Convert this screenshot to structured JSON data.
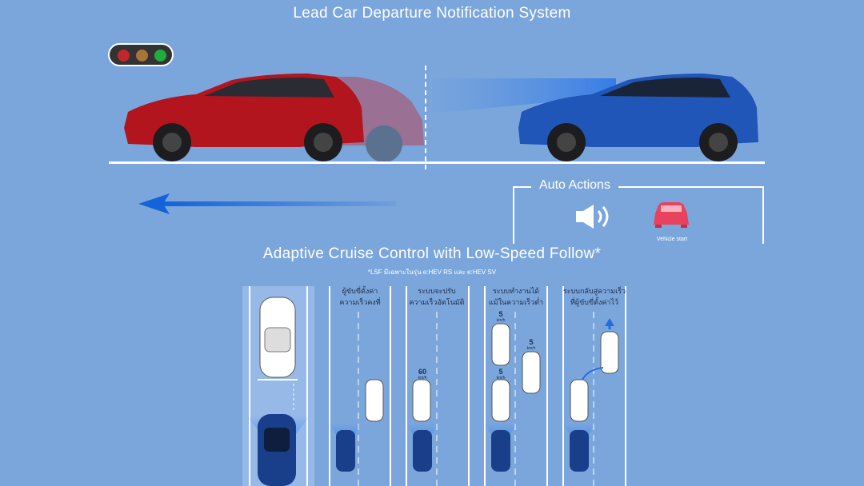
{
  "header": {
    "title": "Lead Car Departure Notification System"
  },
  "auto_actions": {
    "label": "Auto Actions",
    "vehicle_start": "Vehicle start"
  },
  "acc": {
    "title": "Adaptive Cruise Control with Low-Speed Follow*",
    "note": "*LSF มีเฉพาะในรุ่น e:HEV RS และ e:HEV SV",
    "panels": [
      {
        "line1": "ผู้ขับขี่ตั้งค่า",
        "line2": "ความเร็วคงที่"
      },
      {
        "line1": "ระบบจะปรับ",
        "line2": "ความเร็วอัตโนมัติ"
      },
      {
        "line1": "ระบบทำงานได้",
        "line2": "แม้ในความเร็วต่ำ"
      },
      {
        "line1": "ระบบกลับสู่ความเร็ว",
        "line2": "ที่ผู้ขับขี่ตั้งค่าไว้"
      }
    ],
    "speeds": {
      "s60": "60",
      "s5a": "5",
      "s5b": "5",
      "s5c": "5",
      "unit": "km/h"
    }
  },
  "colors": {
    "background": "#7ba6dc",
    "red_car": "#b3151f",
    "blue_car": "#1f56b8",
    "pink_icon": "#e8425e",
    "arrow": "#1f6fe0",
    "light_red": "#c1272d",
    "light_amber": "#a9743a",
    "light_green": "#1fae3c"
  },
  "icons": [
    "traffic-light-icon",
    "speaker-icon",
    "car-front-icon",
    "left-arrow-icon"
  ]
}
